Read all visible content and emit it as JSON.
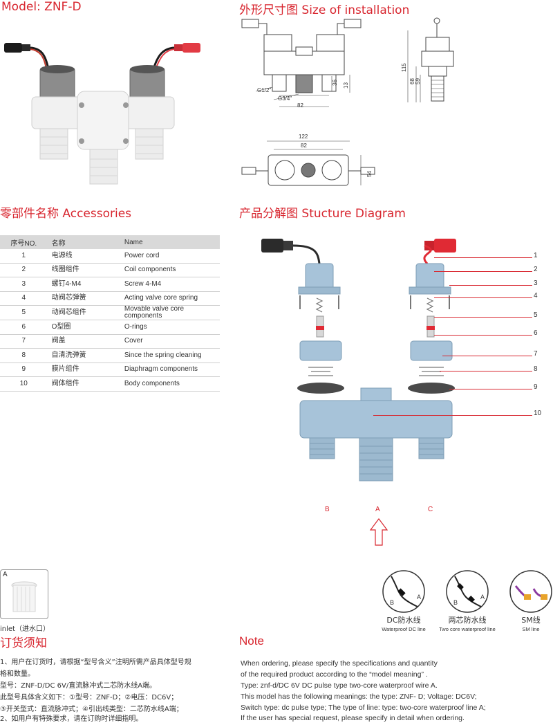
{
  "model": {
    "title": "Model: ZNF-D"
  },
  "installation": {
    "title": "外形尺寸图 Size of installation",
    "front_dims": {
      "d115": "115",
      "d68": "68",
      "d59": "59",
      "d13": "13",
      "d36": "36",
      "d82": "82",
      "g12": "G1/2\"",
      "g34": "G3/4\""
    },
    "top_dims": {
      "d122": "122",
      "d82": "82",
      "d54": "54"
    }
  },
  "accessories": {
    "title": "零部件名称 Accessories",
    "headers": [
      "序号NO.",
      "名称",
      "Name"
    ],
    "rows": [
      [
        "1",
        "电源线",
        "Power cord"
      ],
      [
        "2",
        "线圈组件",
        "Coil components"
      ],
      [
        "3",
        "螺钉4-M4",
        "Screw 4-M4"
      ],
      [
        "4",
        "动阀芯弹簧",
        "Acting valve core spring"
      ],
      [
        "5",
        "动阀芯组件",
        "Movable valve core components"
      ],
      [
        "6",
        "O型圈",
        "O-rings"
      ],
      [
        "7",
        "阀盖",
        "Cover"
      ],
      [
        "8",
        "自清洗弹簧",
        "Since the spring cleaning"
      ],
      [
        "9",
        "膜片组件",
        "Diaphragm components"
      ],
      [
        "10",
        "阀体组件",
        "Body components"
      ]
    ]
  },
  "structure": {
    "title": "产品分解图 Stucture Diagram",
    "callouts": [
      "1",
      "2",
      "3",
      "4",
      "5",
      "6",
      "7",
      "8",
      "9",
      "10"
    ],
    "ports": {
      "b": "B",
      "a": "A",
      "c": "C"
    }
  },
  "inlet": {
    "label": "A",
    "caption": "inlet（进水口）"
  },
  "wires": [
    {
      "title": "DC防水线",
      "subtitle": "Waterproof DC line",
      "b": "B",
      "a": "A"
    },
    {
      "title": "两芯防水线",
      "subtitle": "Two core waterproof line",
      "b": "B",
      "a": "A"
    },
    {
      "title": "SM线",
      "subtitle": "SM line"
    }
  ],
  "order_cn": {
    "title": "订货须知",
    "lines": [
      "1、用户在订货时，请根据“型号含义”注明所需产品具体型号规",
      "格和数量。",
      "型号：ZNF-D/DC 6V/直流脉冲式二芯防水线A端。",
      "此型号具体含义如下：①型号：ZNF-D；②电压：DC6V；",
      "③开关型式：直流脉冲式；④引出线类型：二芯防水线A端；",
      "2、如用户有特殊要求，请在订购时详细指明。"
    ]
  },
  "note_en": {
    "title": "Note",
    "lines": [
      "When ordering, please specify the specifications and quantity",
      "of the required product according to the  “model meaning” .",
      "Type: znf-d/DC 6V DC  pulse type two-core waterproof wire A.",
      "This model has the following meanings: the type: ZNF- D; Voltage: DC6V;",
      "Switch type: dc pulse type; The type of line: type: two-core waterproof line A;",
      "If the user has special request, please specify in detail when ordering."
    ]
  },
  "colors": {
    "accent": "#d8262f",
    "valve_body": "#a9c4da",
    "coil": "#8a8a8a"
  }
}
